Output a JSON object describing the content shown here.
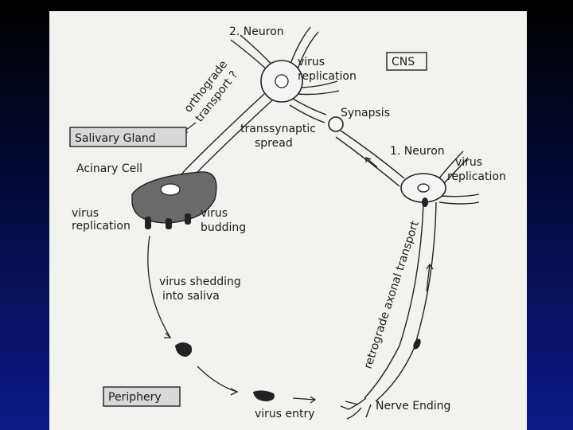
{
  "labels": {
    "neuron2": "2. Neuron",
    "virus_replication_top_1": "virus",
    "virus_replication_top_2": "replication",
    "cns": "CNS",
    "orthograde_1": "orthograde",
    "orthograde_2": "transport ?",
    "synapsis": "Synapsis",
    "transsynaptic_1": "transsynaptic",
    "transsynaptic_2": "spread",
    "salivary_gland": "Salivary Gland",
    "neuron1": "1. Neuron",
    "virus_replication_right_1": "virus",
    "virus_replication_right_2": "replication",
    "acinary_cell": "Acinary Cell",
    "virus_replication_left_1": "virus",
    "virus_replication_left_2": "replication",
    "virus_budding_1": "virus",
    "virus_budding_2": "budding",
    "retrograde": "retrograde axonal transport",
    "virus_shedding_1": "virus shedding",
    "virus_shedding_2": "into saliva",
    "periphery": "Periphery",
    "virus_entry": "virus entry",
    "nerve_ending": "Nerve Ending"
  }
}
